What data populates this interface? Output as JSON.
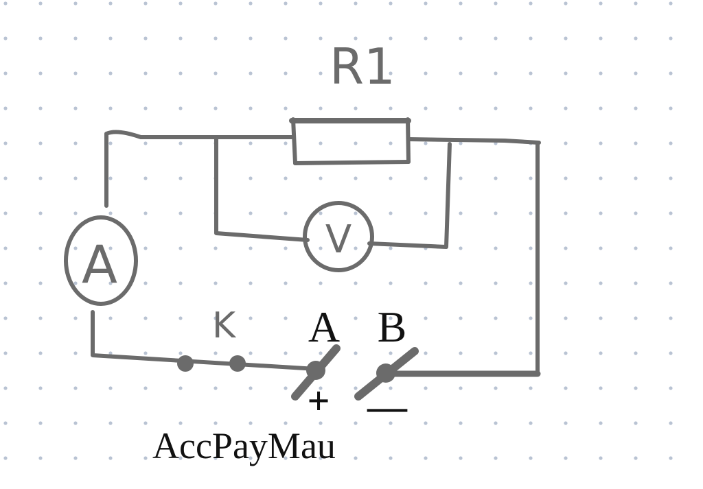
{
  "labels": {
    "resistor": "R1",
    "voltmeter": "V",
    "ammeter": "A",
    "key": "K",
    "terminal_a": "A",
    "terminal_b": "B",
    "plus": "+",
    "minus": "—",
    "watermark": "AccPayMau"
  },
  "colors": {
    "stroke": "#6b6b6b",
    "text": "#111111",
    "dot": "#b9c3d3",
    "background": "#ffffff"
  }
}
